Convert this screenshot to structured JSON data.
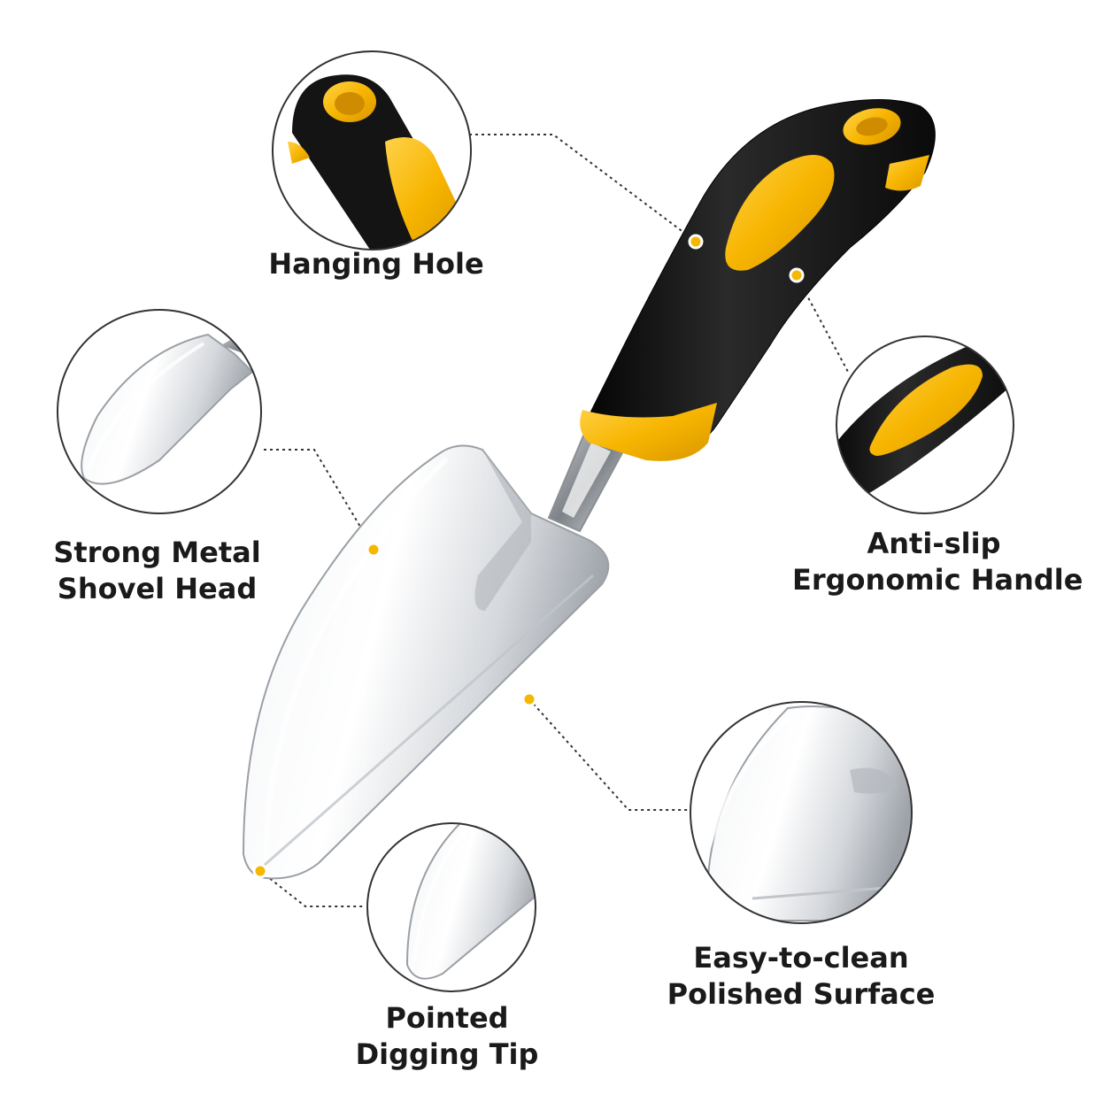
{
  "image": {
    "subject": "garden trowel infographic",
    "colors": {
      "background": "#ffffff",
      "handle_black": "#141414",
      "grip_yellow": "#f7b500",
      "metal_light": "#f4f5f6",
      "metal_dark": "#a9adb2",
      "leader_line": "#333333",
      "label_text": "#1a1a1a"
    }
  },
  "callouts": {
    "hanging_hole": {
      "label": "Hanging Hole"
    },
    "shovel_head": {
      "line1": "Strong Metal",
      "line2": "Shovel Head"
    },
    "handle": {
      "line1": "Anti-slip",
      "line2": "Ergonomic Handle"
    },
    "surface": {
      "line1": "Easy-to-clean",
      "line2": "Polished Surface"
    },
    "tip": {
      "line1": "Pointed",
      "line2": "Digging Tip"
    }
  }
}
